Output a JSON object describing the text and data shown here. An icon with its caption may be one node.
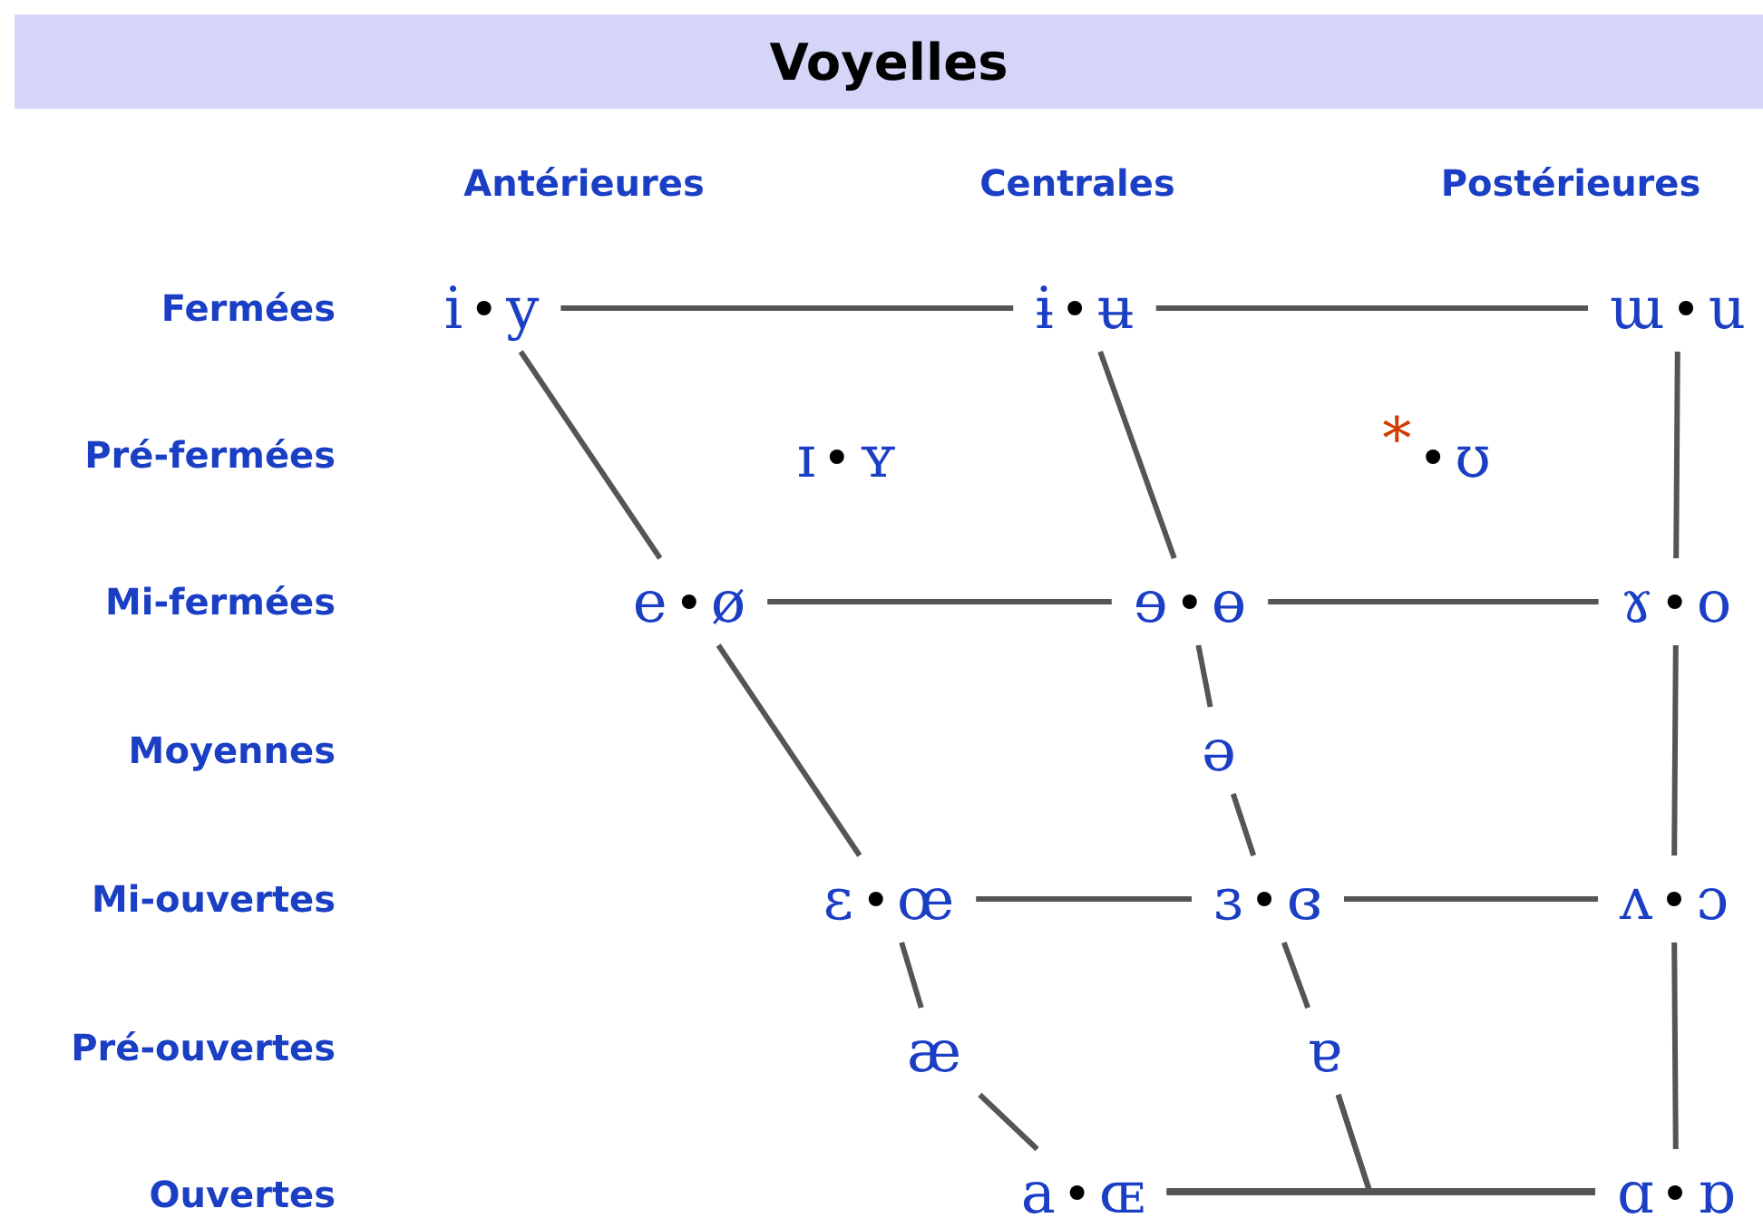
{
  "diagram": {
    "title": "Voyelles",
    "nodes": [
      {
        "text": [
          "i",
          "y"
        ]
      },
      {
        "text": [
          "ɨ",
          "ʉ"
        ]
      },
      {
        "text": [
          "ɯ",
          "u"
        ]
      },
      {
        "text": [
          "ɪ",
          "ʏ"
        ]
      },
      {
        "text": [
          "*",
          "ʊ"
        ]
      },
      {
        "text": [
          "e",
          "ø"
        ]
      },
      {
        "text": [
          "ɘ",
          "ɵ"
        ]
      },
      {
        "text": [
          "ɤ",
          "o"
        ]
      },
      {
        "text": [
          "ə"
        ]
      },
      {
        "text": [
          "ɛ",
          "œ"
        ]
      },
      {
        "text": [
          "ɜ",
          "ɞ"
        ]
      },
      {
        "text": [
          "ʌ",
          "ɔ"
        ]
      },
      {
        "text": [
          "æ"
        ]
      },
      {
        "text": [
          "ɐ"
        ]
      },
      {
        "text": [
          "a",
          "ɶ"
        ]
      },
      {
        "text": [
          "ɑ",
          "ɒ"
        ]
      }
    ],
    "edges": [
      {
        "from": 0,
        "to": 1,
        "arrow": "none"
      },
      {
        "from": 1,
        "to": 2,
        "arrow": "none"
      },
      {
        "from": 0,
        "to": 5,
        "arrow": "none"
      },
      {
        "from": 1,
        "to": 6,
        "arrow": "none"
      },
      {
        "from": 2,
        "to": 7,
        "arrow": "none"
      },
      {
        "from": 5,
        "to": 6,
        "arrow": "none"
      },
      {
        "from": 6,
        "to": 7,
        "arrow": "none"
      },
      {
        "from": 6,
        "to": 8,
        "arrow": "none"
      },
      {
        "from": 8,
        "to": 10,
        "arrow": "none"
      },
      {
        "from": 5,
        "to": 9,
        "arrow": "none"
      },
      {
        "from": 9,
        "to": 10,
        "arrow": "none"
      },
      {
        "from": 10,
        "to": 11,
        "arrow": "none"
      },
      {
        "from": 7,
        "to": 11,
        "arrow": "none"
      },
      {
        "from": 9,
        "to": 12,
        "arrow": "none"
      },
      {
        "from": 12,
        "to": 14,
        "arrow": "none"
      },
      {
        "from": 10,
        "to": 13,
        "arrow": "none"
      },
      {
        "from": 13,
        "to": 14,
        "arrow": "none"
      },
      {
        "from": 13,
        "to": 15,
        "arrow": "none"
      },
      {
        "from": 14,
        "to": 15,
        "arrow": "none"
      },
      {
        "from": 11,
        "to": 15,
        "arrow": "none"
      }
    ],
    "labels": [
      "Antérieures",
      "Centrales",
      "Postérieures",
      "Fermées",
      "Pré-fermées",
      "Mi-fermées",
      "Moyennes",
      "Mi-ouvertes",
      "Pré-ouvertes",
      "Ouvertes"
    ]
  }
}
